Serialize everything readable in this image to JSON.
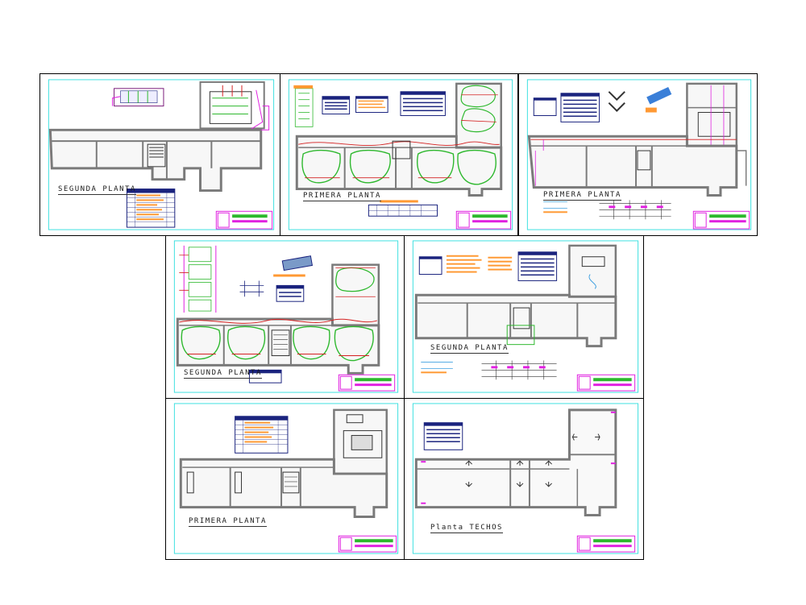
{
  "sheets": {
    "s1": {
      "title": "SEGUNDA PLANTA"
    },
    "s2": {
      "title": "PRIMERA PLANTA"
    },
    "s3": {
      "title": "PRIMERA PLANTA"
    },
    "s4": {
      "title": "SEGUNDA PLANTA"
    },
    "s5": {
      "title": "SEGUNDA PLANTA"
    },
    "s6": {
      "title": "PRIMERA PLANTA"
    },
    "s7": {
      "title": "Planta TECHOS"
    }
  },
  "colors": {
    "frame": "#000000",
    "inner_border": "#3fe0e0",
    "wall": "#7a7a7a",
    "circuit_green": "#2db82d",
    "circuit_red": "#d42020",
    "conduit_magenta": "#e020e0",
    "table_blue": "#1a237e",
    "note_orange": "#ff9933"
  }
}
